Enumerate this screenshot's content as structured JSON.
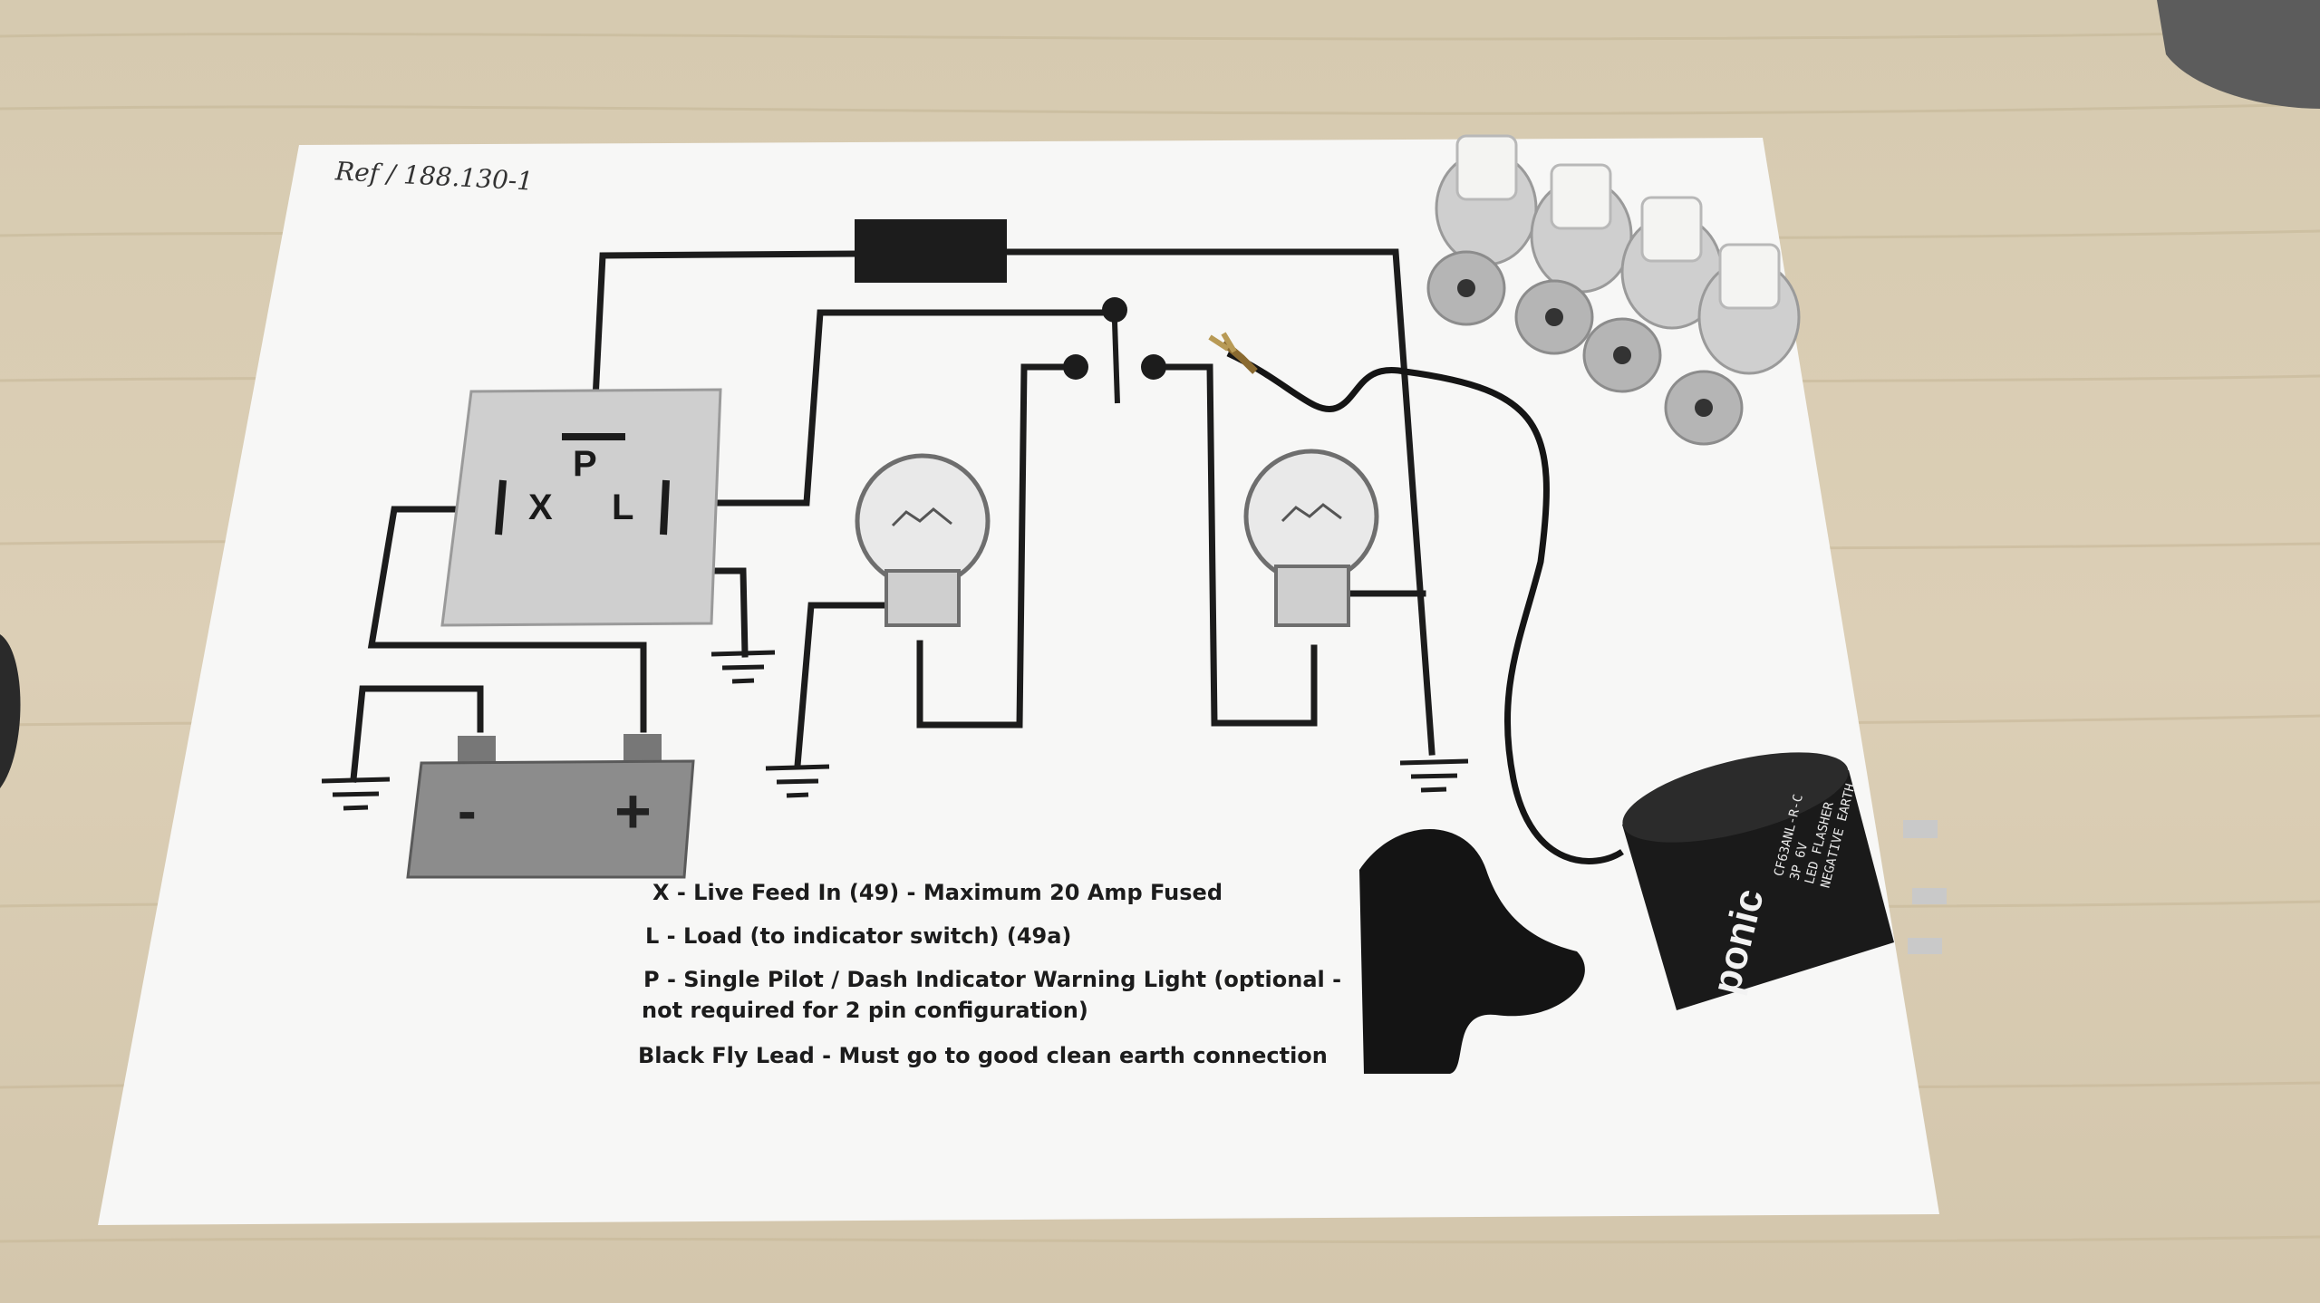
{
  "photo": {
    "subject": "LED flasher relay wiring instruction sheet with LED indicator bulbs and flasher unit"
  },
  "diagram": {
    "ref_note": "Ref / 188.130-1",
    "pins": {
      "p": "P",
      "x": "X",
      "l": "L"
    },
    "battery": {
      "negative": "-",
      "positive": "+"
    }
  },
  "legend": [
    "X - Live Feed In (49) - Maximum 20 Amp Fused",
    "L - Load (to indicator switch) (49a)",
    "P - Single Pilot / Dash Indicator Warning Light (optional -",
    "not required for 2 pin configuration)",
    "Black Fly Lead - Must go to good clean earth connection"
  ],
  "flasher_unit": {
    "label_lines": [
      "CF63ANL-R-C",
      "3P 6V",
      "LED FLASHER",
      "NEGATIVE EARTH"
    ],
    "brand_fragment": "ponic"
  },
  "colors": {
    "wood": "#d9cdb4",
    "paper": "#f7f7f6",
    "relay_box": "#cfcfcf",
    "battery": "#8c8c8c",
    "wire": "#1c1c1c"
  }
}
